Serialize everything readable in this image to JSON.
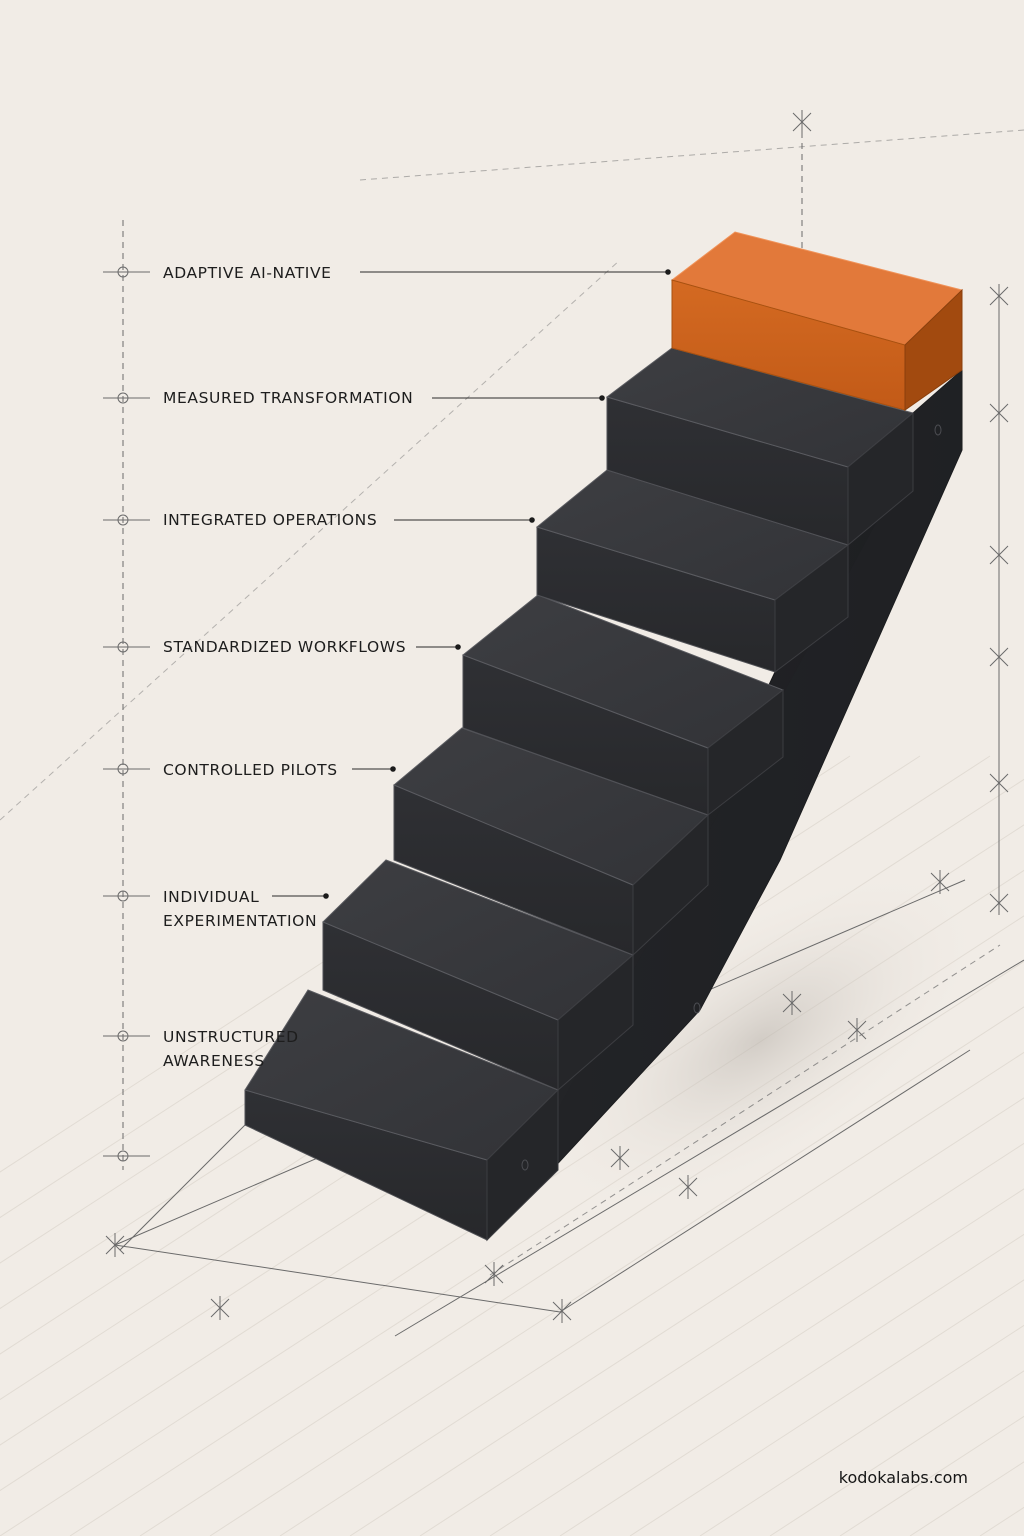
{
  "diagram": {
    "levels": [
      {
        "label": "ADAPTIVE AI-NATIVE",
        "highlight": true
      },
      {
        "label": "MEASURED TRANSFORMATION",
        "highlight": false
      },
      {
        "label": "INTEGRATED OPERATIONS",
        "highlight": false
      },
      {
        "label": "STANDARDIZED WORKFLOWS",
        "highlight": false
      },
      {
        "label": "CONTROLLED PILOTS",
        "highlight": false
      },
      {
        "label": "INDIVIDUAL\nEXPERIMENTATION",
        "highlight": false
      },
      {
        "label": "UNSTRUCTURED\nAWARENESS",
        "highlight": false
      }
    ]
  },
  "footer": {
    "brand": "kodokalabs.com"
  },
  "colors": {
    "background": "#f1ece6",
    "step_dark": "#2b2c2f",
    "highlight_orange": "#d2671f",
    "construction_line": "#5b5b5b"
  }
}
